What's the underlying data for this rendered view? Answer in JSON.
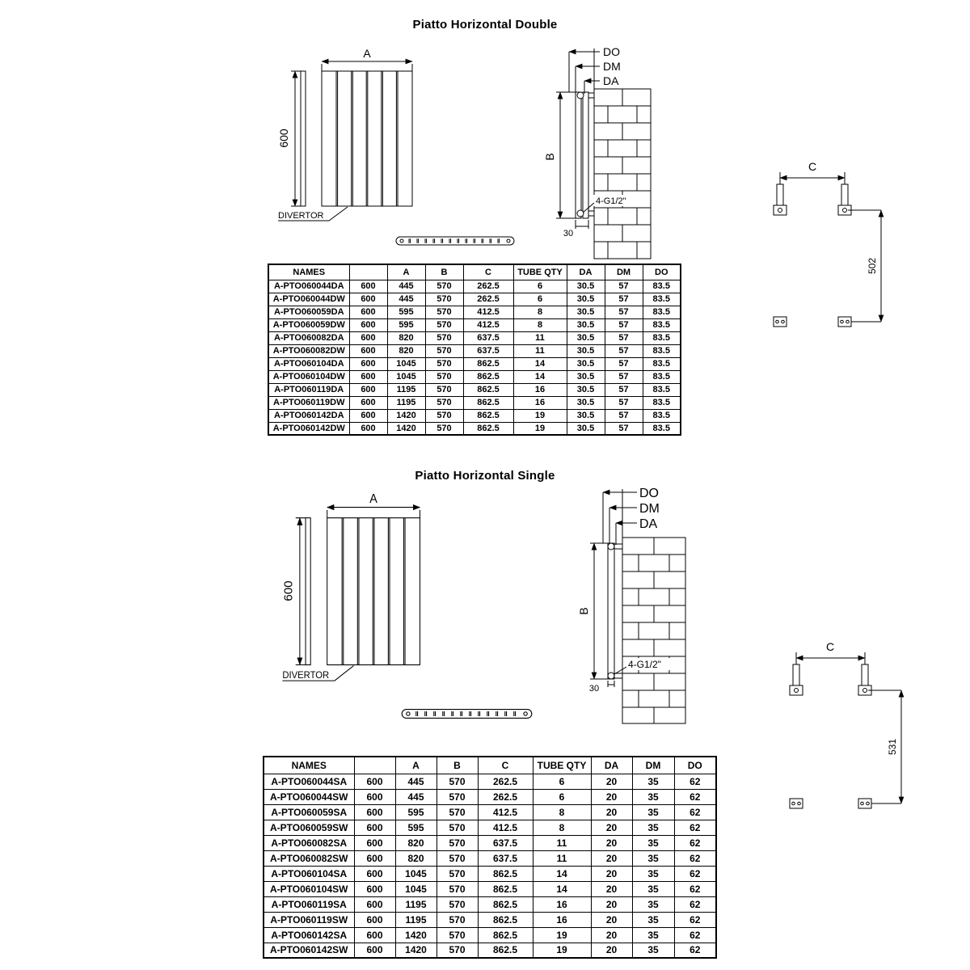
{
  "page": {
    "background": "#ffffff",
    "line_color": "#000000"
  },
  "sections": [
    {
      "id": "double",
      "title": "Piatto Horizontal Double",
      "drawing_labels": {
        "width_dim": "A",
        "height_dim": "600",
        "divertor": "DIVERTOR",
        "depth_outer": "DO",
        "depth_mid": "DM",
        "depth_axis": "DA",
        "length_dim": "B",
        "connection": "4-G1/2\"",
        "bottom_offset": "30",
        "bracket_span": "C",
        "bracket_height": "502"
      },
      "table": {
        "headers": [
          "NAMES",
          "",
          "A",
          "B",
          "C",
          "TUBE QTY",
          "DA",
          "DM",
          "DO"
        ],
        "rows": [
          [
            "A-PTO060044DA",
            "600",
            "445",
            "570",
            "262.5",
            "6",
            "30.5",
            "57",
            "83.5"
          ],
          [
            "A-PTO060044DW",
            "600",
            "445",
            "570",
            "262.5",
            "6",
            "30.5",
            "57",
            "83.5"
          ],
          [
            "A-PTO060059DA",
            "600",
            "595",
            "570",
            "412.5",
            "8",
            "30.5",
            "57",
            "83.5"
          ],
          [
            "A-PTO060059DW",
            "600",
            "595",
            "570",
            "412.5",
            "8",
            "30.5",
            "57",
            "83.5"
          ],
          [
            "A-PTO060082DA",
            "600",
            "820",
            "570",
            "637.5",
            "11",
            "30.5",
            "57",
            "83.5"
          ],
          [
            "A-PTO060082DW",
            "600",
            "820",
            "570",
            "637.5",
            "11",
            "30.5",
            "57",
            "83.5"
          ],
          [
            "A-PTO060104DA",
            "600",
            "1045",
            "570",
            "862.5",
            "14",
            "30.5",
            "57",
            "83.5"
          ],
          [
            "A-PTO060104DW",
            "600",
            "1045",
            "570",
            "862.5",
            "14",
            "30.5",
            "57",
            "83.5"
          ],
          [
            "A-PTO060119DA",
            "600",
            "1195",
            "570",
            "862.5",
            "16",
            "30.5",
            "57",
            "83.5"
          ],
          [
            "A-PTO060119DW",
            "600",
            "1195",
            "570",
            "862.5",
            "16",
            "30.5",
            "57",
            "83.5"
          ],
          [
            "A-PTO060142DA",
            "600",
            "1420",
            "570",
            "862.5",
            "19",
            "30.5",
            "57",
            "83.5"
          ],
          [
            "A-PTO060142DW",
            "600",
            "1420",
            "570",
            "862.5",
            "19",
            "30.5",
            "57",
            "83.5"
          ]
        ]
      }
    },
    {
      "id": "single",
      "title": "Piatto Horizontal Single",
      "drawing_labels": {
        "width_dim": "A",
        "height_dim": "600",
        "divertor": "DIVERTOR",
        "depth_outer": "DO",
        "depth_mid": "DM",
        "depth_axis": "DA",
        "length_dim": "B",
        "connection": "4-G1/2\"",
        "bottom_offset": "30",
        "bracket_span": "C",
        "bracket_height": "531"
      },
      "table": {
        "headers": [
          "NAMES",
          "",
          "A",
          "B",
          "C",
          "TUBE QTY",
          "DA",
          "DM",
          "DO"
        ],
        "rows": [
          [
            "A-PTO060044SA",
            "600",
            "445",
            "570",
            "262.5",
            "6",
            "20",
            "35",
            "62"
          ],
          [
            "A-PTO060044SW",
            "600",
            "445",
            "570",
            "262.5",
            "6",
            "20",
            "35",
            "62"
          ],
          [
            "A-PTO060059SA",
            "600",
            "595",
            "570",
            "412.5",
            "8",
            "20",
            "35",
            "62"
          ],
          [
            "A-PTO060059SW",
            "600",
            "595",
            "570",
            "412.5",
            "8",
            "20",
            "35",
            "62"
          ],
          [
            "A-PTO060082SA",
            "600",
            "820",
            "570",
            "637.5",
            "11",
            "20",
            "35",
            "62"
          ],
          [
            "A-PTO060082SW",
            "600",
            "820",
            "570",
            "637.5",
            "11",
            "20",
            "35",
            "62"
          ],
          [
            "A-PTO060104SA",
            "600",
            "1045",
            "570",
            "862.5",
            "14",
            "20",
            "35",
            "62"
          ],
          [
            "A-PTO060104SW",
            "600",
            "1045",
            "570",
            "862.5",
            "14",
            "20",
            "35",
            "62"
          ],
          [
            "A-PTO060119SA",
            "600",
            "1195",
            "570",
            "862.5",
            "16",
            "20",
            "35",
            "62"
          ],
          [
            "A-PTO060119SW",
            "600",
            "1195",
            "570",
            "862.5",
            "16",
            "20",
            "35",
            "62"
          ],
          [
            "A-PTO060142SA",
            "600",
            "1420",
            "570",
            "862.5",
            "19",
            "20",
            "35",
            "62"
          ],
          [
            "A-PTO060142SW",
            "600",
            "1420",
            "570",
            "862.5",
            "19",
            "20",
            "35",
            "62"
          ]
        ]
      }
    }
  ]
}
